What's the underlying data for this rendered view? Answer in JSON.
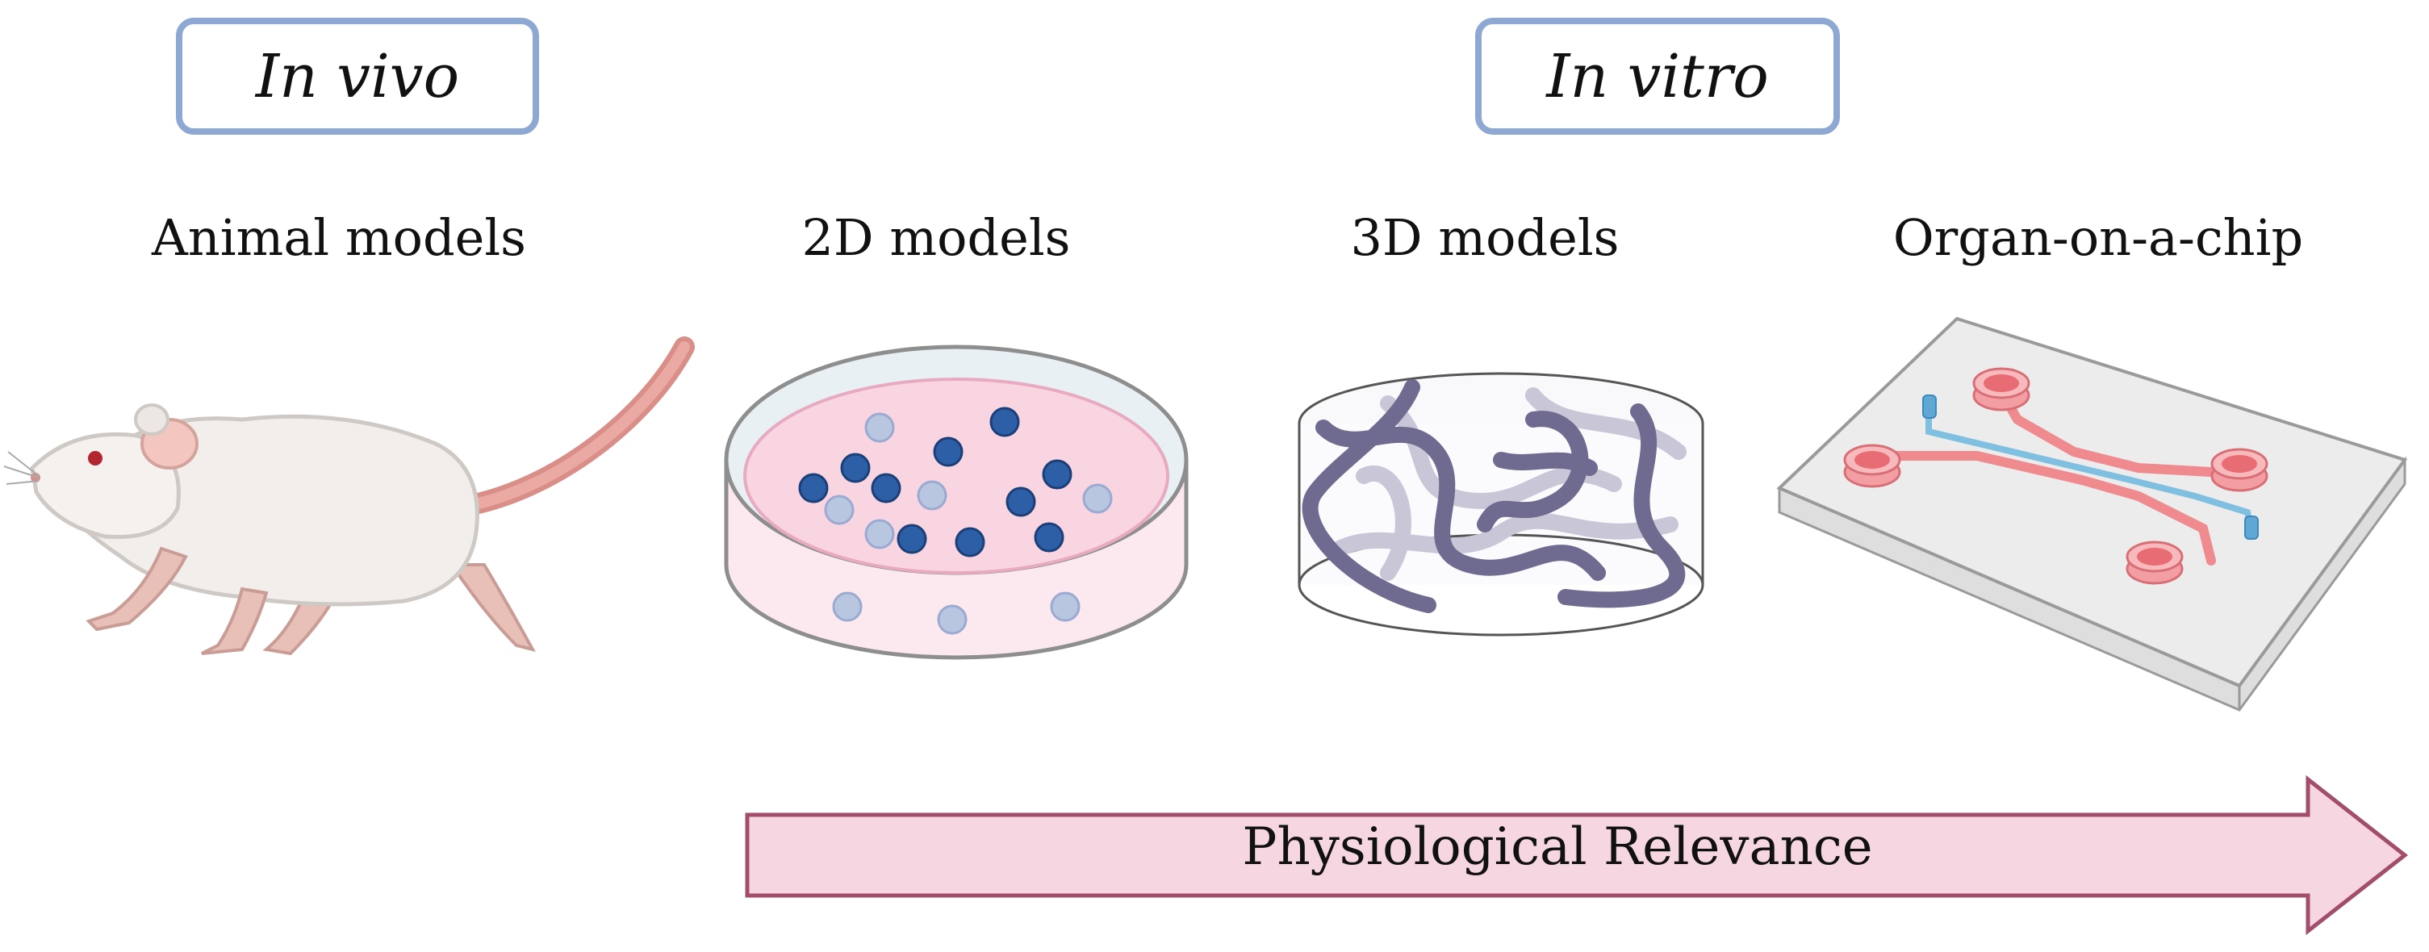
{
  "categories": {
    "in_vivo": "In vivo",
    "in_vitro": "In vitro"
  },
  "models": {
    "animal": "Animal  models",
    "two_d": "2D models",
    "three_d": "3D models",
    "organ_chip": "Organ-on-a-chip"
  },
  "arrow": {
    "label": "Physiological Relevance"
  },
  "colors": {
    "box_border": "#8ea8d4",
    "arrow_fill": "#f6d6e1",
    "arrow_stroke": "#a24d6b",
    "cell_dark": "#2d5fa6",
    "cell_light": "#b9c6e0",
    "fiber": "#6f6a8f",
    "chip_channel_red": "#ef8a8e",
    "chip_channel_blue": "#7fbfe0"
  }
}
